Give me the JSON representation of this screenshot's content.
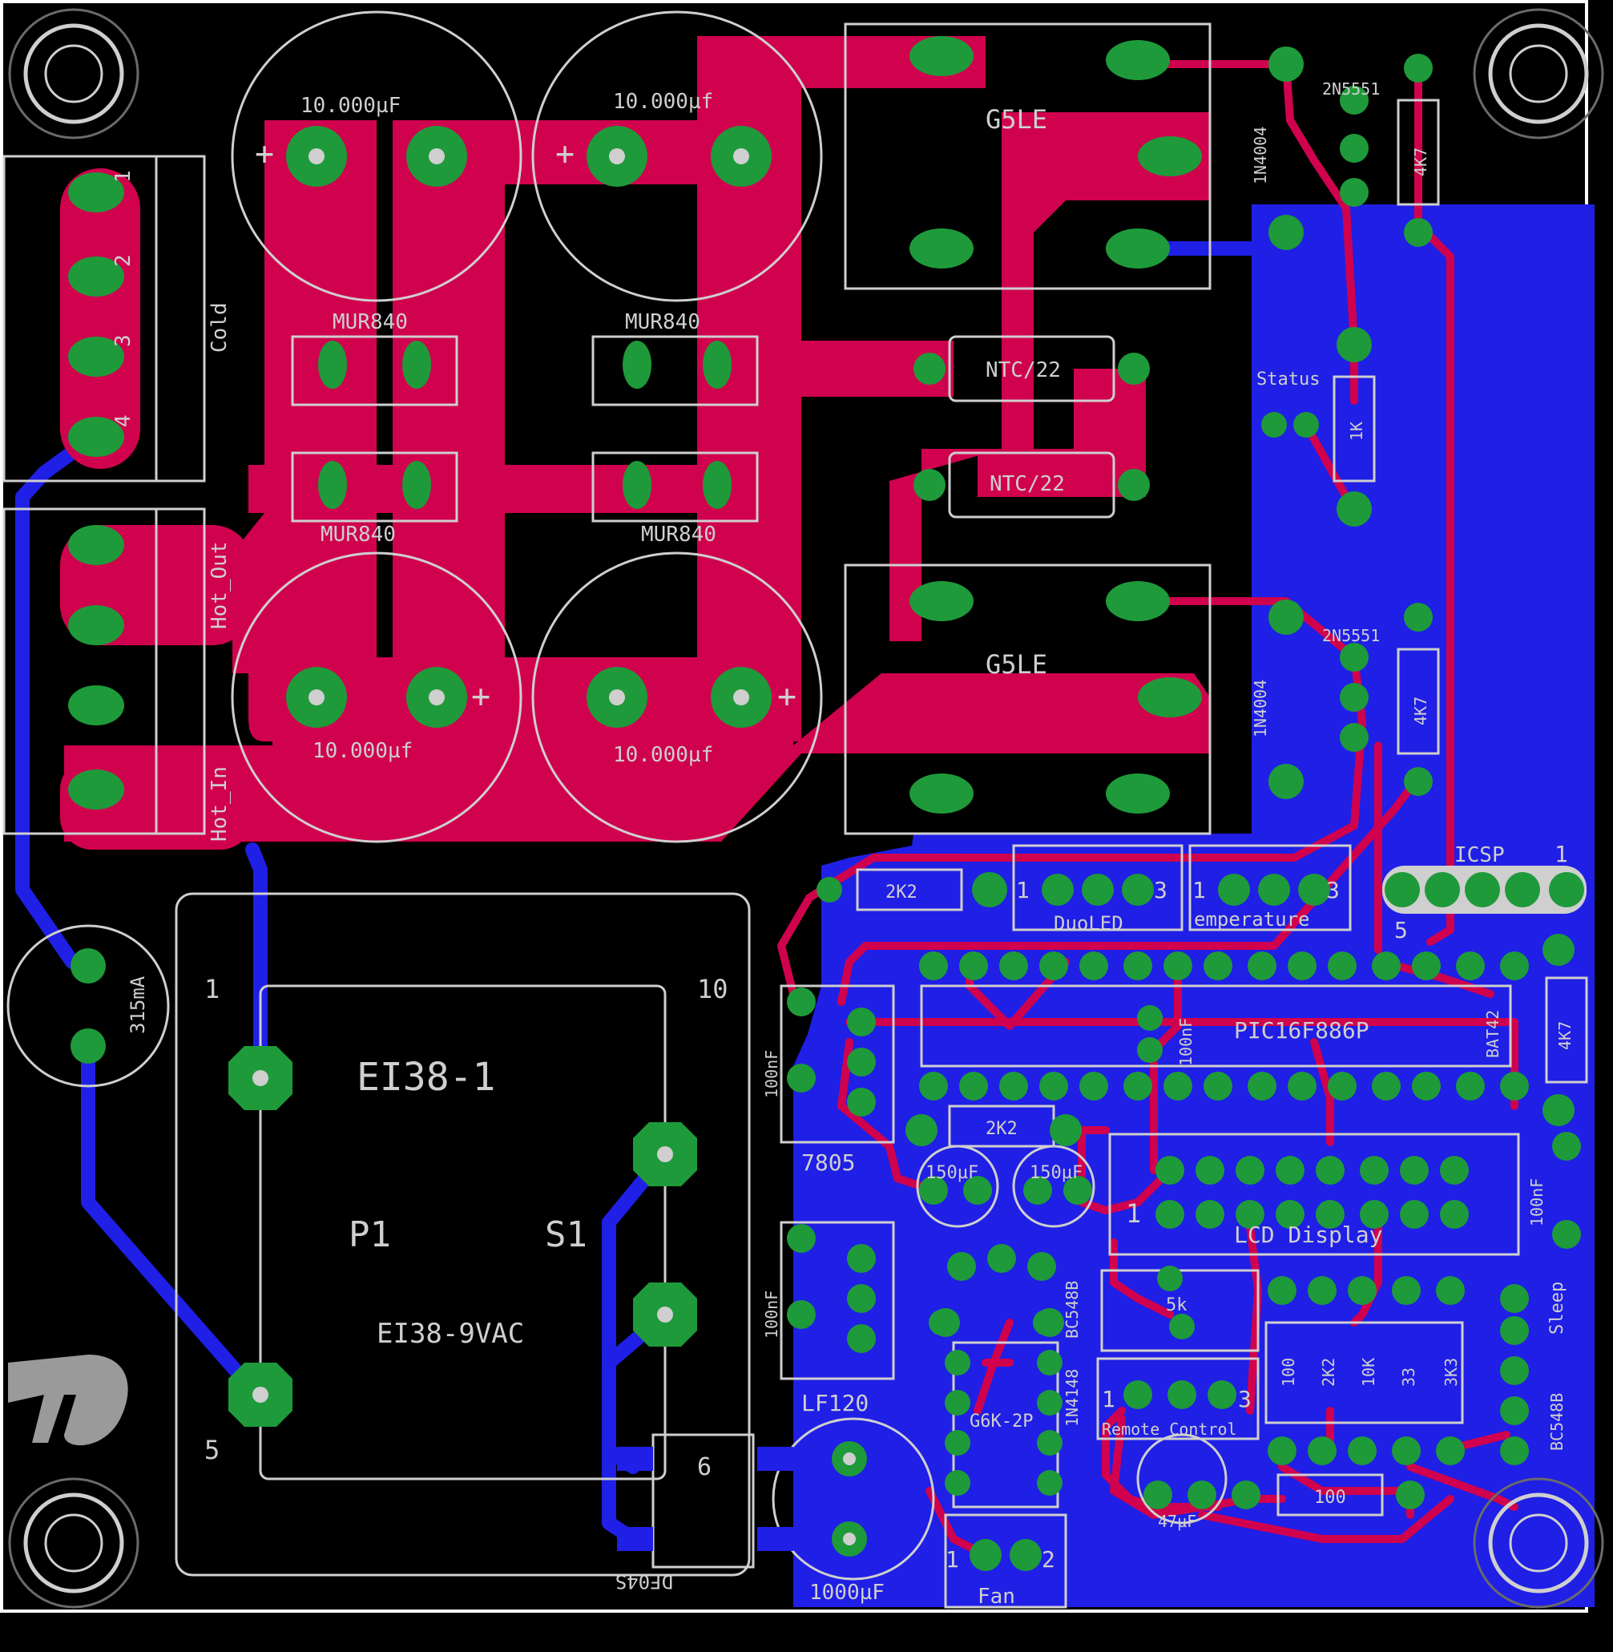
{
  "colors": {
    "background": "#000000",
    "top_copper": "#d0024d",
    "bottom_copper": "#1f1fe6",
    "pad": "#1e9a3a",
    "drill": "#d8d8d8",
    "silkscreen": "#cfcfcf",
    "outline": "#ffffff"
  },
  "labels": {
    "cap_top_left": "10.000µF",
    "cap_top_right": "10.000µf",
    "cap_bottom_left": "10.000µf",
    "cap_bottom_right": "10.000µf",
    "relay_top": "G5LE",
    "relay_bottom": "G5LE",
    "diode_bridge_tl": "MUR840",
    "diode_bridge_tr": "MUR840",
    "diode_bridge_bl": "MUR840",
    "diode_bridge_br": "MUR840",
    "ntc_top": "NTC/22",
    "ntc_bottom": "NTC/22",
    "transistor_top": "2N5551",
    "transistor_bottom": "2N5551",
    "diode_top": "1N4004",
    "diode_bottom": "1N4004",
    "res_top": "4K7",
    "res_bottom": "4K7",
    "status": "Status",
    "res_1k": "1K",
    "cold": "Cold",
    "hot_out": "Hot_Out",
    "hot_in": "Hot_In",
    "fuse": "315mA",
    "transformer_title": "EI38-1",
    "transformer_model": "EI38-9VAC",
    "primary": "P1",
    "secondary": "S1",
    "pin_1": "1",
    "pin_10": "10",
    "pin_5": "5",
    "res_2k2_a": "2K2",
    "res_2k2_b": "2K2",
    "duoled": "DuoLED",
    "temperature": "emperature",
    "icsp": "ICSP",
    "icsp_1": "1",
    "icsp_5": "5",
    "pic": "PIC16F886P",
    "cap_100nf_a": "100nF",
    "cap_100nf_b": "100nF",
    "cap_100nf_c": "100nF",
    "cap_100nf_d": "100nF",
    "reg_7805": "7805",
    "reg_lf120": "LF120",
    "bat": "BAT42",
    "res_4k7_pic": "4K7",
    "cap_150_a": "150µF",
    "cap_150_b": "150µF",
    "lcd": "LCD Display",
    "bc548_a": "BC548B",
    "bc548_b": "BC548B",
    "pot": "5k",
    "sleep": "Sleep",
    "res_100": "100",
    "res_2k2_c": "2K2",
    "res_10k": "10K",
    "res_33": "33",
    "res_3k3": "3K3",
    "remote": "Remote Control",
    "relay_g6k": "G6K-2P",
    "diode_1n4148": "1N4148",
    "bridge": "DF04S",
    "bridge_6": "6",
    "cap_1000": "1000µF",
    "cap_47": "47µF",
    "res_100_b": "100",
    "fan": "Fan",
    "fan_1": "1",
    "fan_2": "2",
    "term_1": "1",
    "term_2": "2",
    "term_3": "3",
    "term_4": "4",
    "plus": "+",
    "lcd_1": "1",
    "dl_1": "1",
    "dl_3": "3",
    "t_1": "1",
    "t_3": "3",
    "rc_1": "1",
    "rc_3": "3"
  }
}
